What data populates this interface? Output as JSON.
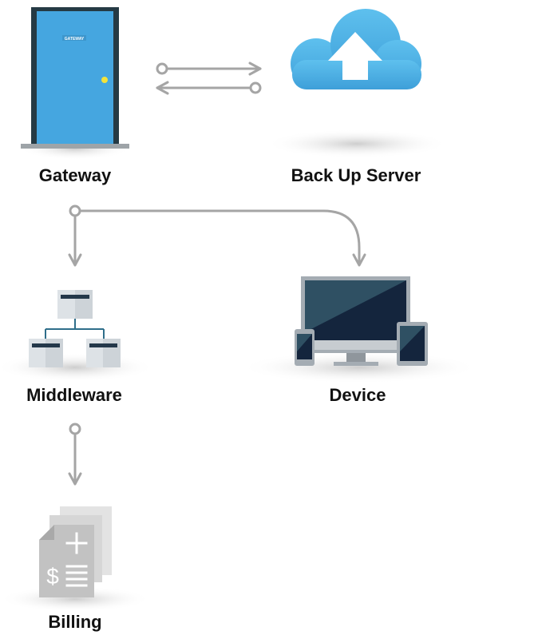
{
  "nodes": {
    "gateway": {
      "label": "Gateway",
      "sign": "GATEWAY"
    },
    "backup_server": {
      "label": "Back Up Server"
    },
    "middleware": {
      "label": "Middleware"
    },
    "device": {
      "label": "Device"
    },
    "billing": {
      "label": "Billing"
    }
  },
  "connections": [
    {
      "from": "gateway",
      "to": "backup_server",
      "direction": "bidirectional"
    },
    {
      "from": "gateway",
      "to": "middleware",
      "direction": "one-way"
    },
    {
      "from": "gateway",
      "to": "device",
      "direction": "one-way"
    },
    {
      "from": "middleware",
      "to": "billing",
      "direction": "one-way"
    }
  ],
  "colors": {
    "door": "#45a6e0",
    "door_frame": "#253a44",
    "cloud": "#5bbbe9",
    "connector": "#a5a5a5",
    "screen": "#14253d",
    "device_body": "#a4acb3",
    "server_unit": "#cdd3d8",
    "document": "#c9c9c9"
  },
  "icons": {
    "gateway": "door-icon",
    "backup_server": "cloud-upload-icon",
    "middleware": "network-hierarchy-icon",
    "device": "devices-icon",
    "billing": "billing-document-icon"
  }
}
